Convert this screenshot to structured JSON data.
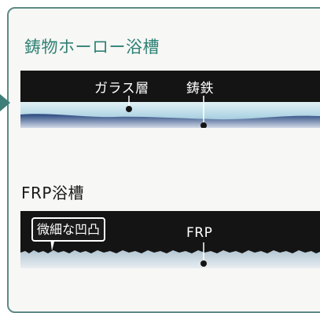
{
  "cast_iron": {
    "title": "鋳物ホーロー浴槽",
    "glass_layer_label": "ガラス層",
    "iron_label": "鋳鉄"
  },
  "frp": {
    "title": "FRP浴槽",
    "callout_label": "微細な凹凸",
    "material_label": "FRP"
  },
  "colors": {
    "frame": "#5d8a86",
    "cast_title": "#2e8175",
    "glass_layer": "#b9dbe8",
    "cast_iron": "#1e3d78",
    "frp_surface": "#c2d2dc",
    "band_background": "#141414"
  }
}
